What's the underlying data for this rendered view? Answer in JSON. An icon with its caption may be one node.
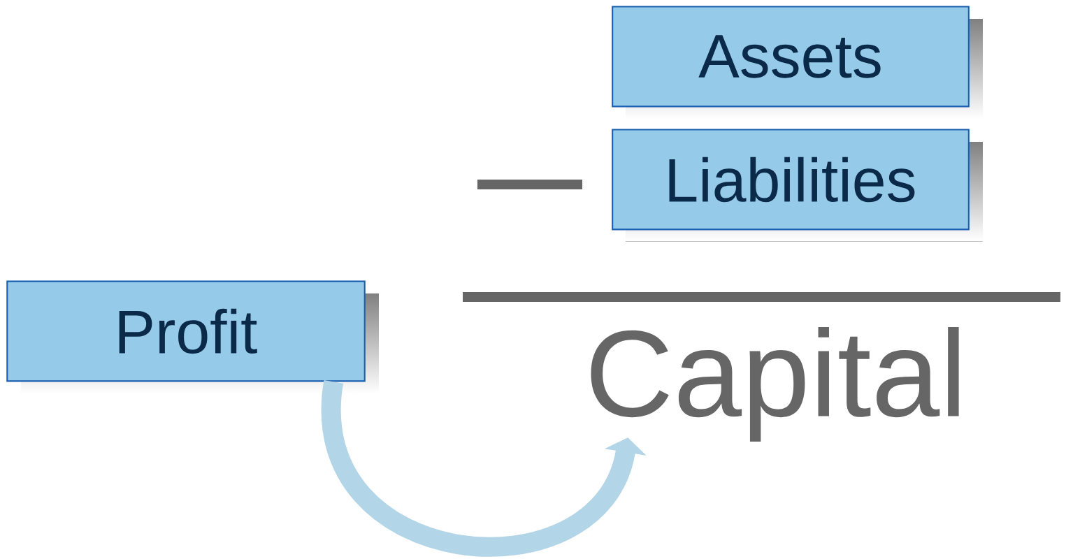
{
  "diagram": {
    "nodes": [
      {
        "text": [
          "Assets"
        ]
      },
      {
        "text": [
          "Liabilities"
        ]
      },
      {
        "text": [
          "Profit"
        ]
      },
      {
        "text": [
          "Capital"
        ]
      }
    ],
    "edges": [
      {
        "from": 2,
        "to": 3,
        "arrow": "to"
      }
    ]
  }
}
